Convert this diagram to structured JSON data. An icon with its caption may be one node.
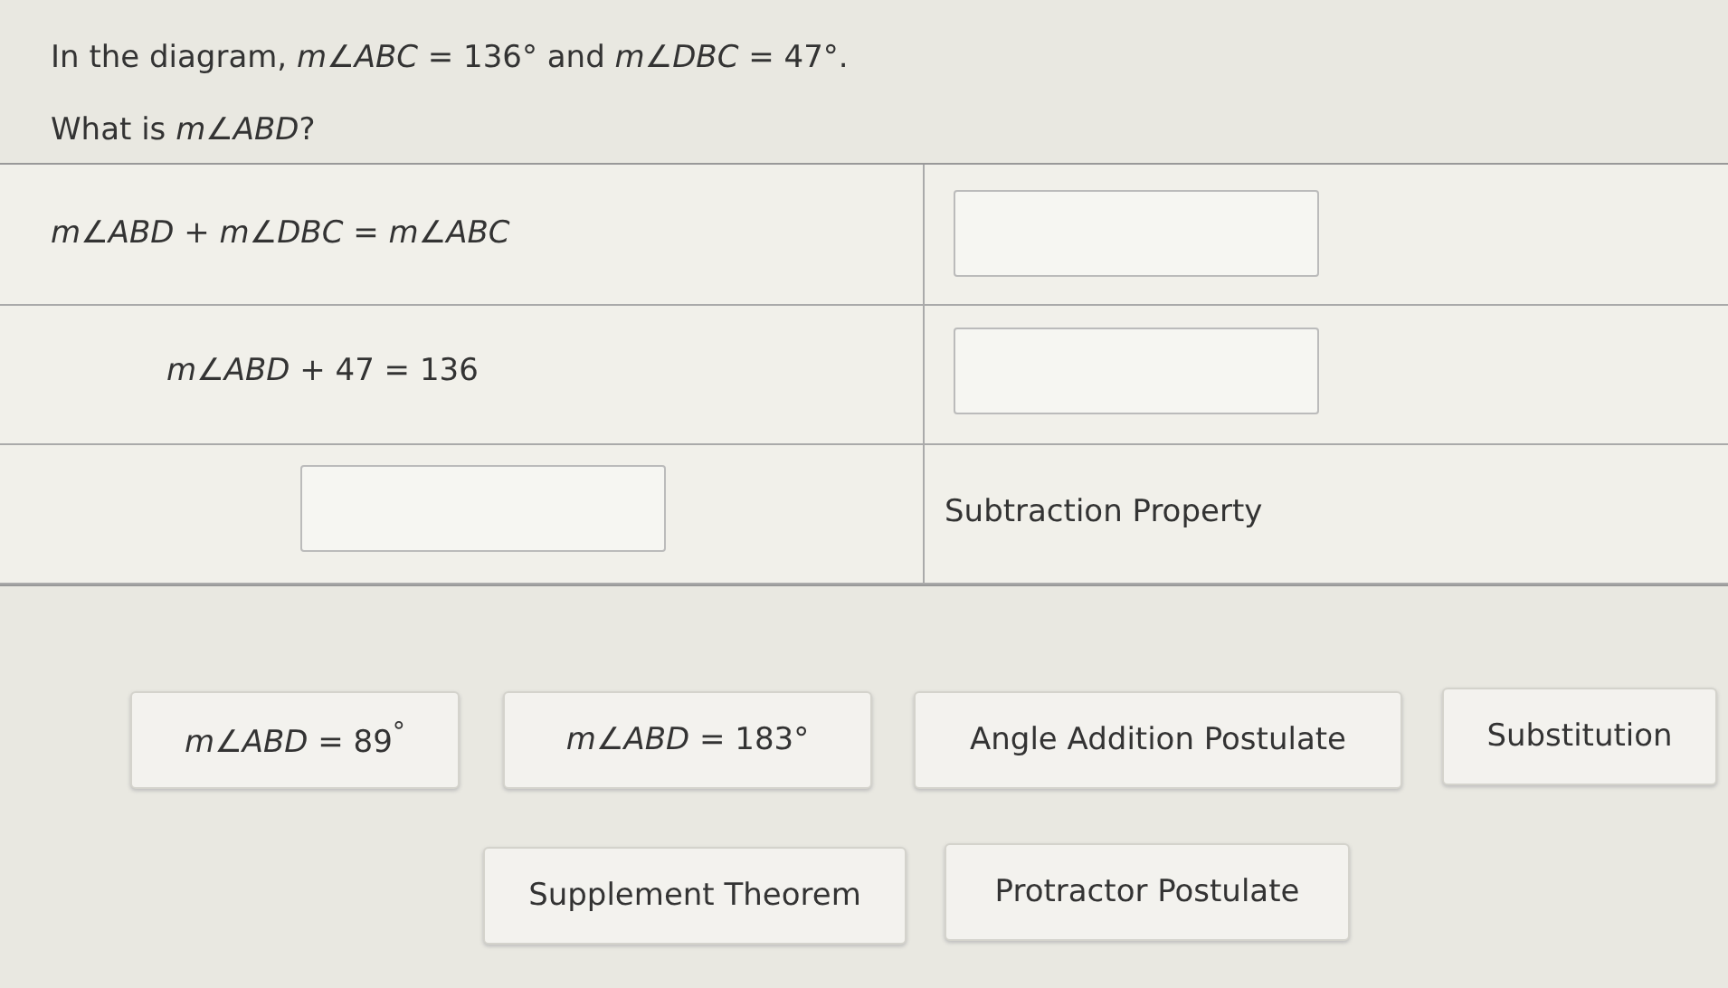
{
  "diagram": {
    "nodes": [
      {
        "text": [
          "*m*∠*ABD* = 89$^{°}$"
        ]
      },
      {
        "text": [
          "*m*∠*ABD* = 183°"
        ]
      },
      {
        "text": [
          "Angle Addition Postulate"
        ]
      },
      {
        "text": [
          "Substitution"
        ]
      },
      {
        "text": [
          "Supplement Theorem"
        ]
      },
      {
        "text": [
          "Protractor Postulate"
        ]
      }
    ],
    "labels": [
      "In the diagram, *m*∠*ABC* = 136° and *m*∠*DBC* = 47°.",
      "What is *m*∠*ABD*?",
      "*m*∠*ABD* + *m*∠*DBC* = *m*∠*ABC*",
      "*m*∠*ABD* + 47 = 136",
      "Subtraction Property"
    ]
  }
}
